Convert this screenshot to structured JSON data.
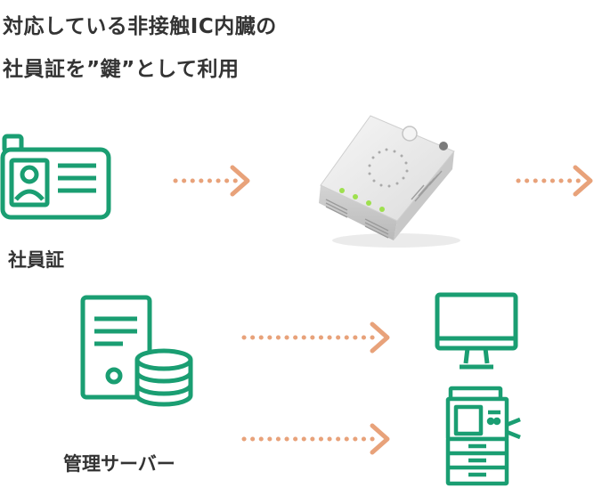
{
  "headline": {
    "line1": "対応している非接触IC内臓の",
    "line2": "社員証を”鍵”として利用"
  },
  "labels": {
    "id_card": "社員証",
    "server": "管理サーバー"
  },
  "icons": {
    "id_card": "employee-id-card-icon",
    "reader": "ic-card-reader-device",
    "server": "management-server-icon",
    "pc": "desktop-monitor-icon",
    "mfp": "multifunction-printer-icon",
    "arrow": "dotted-arrow-icon"
  },
  "colors": {
    "green": "#1a9e72",
    "orange": "#e8a27a",
    "text": "#333333"
  }
}
